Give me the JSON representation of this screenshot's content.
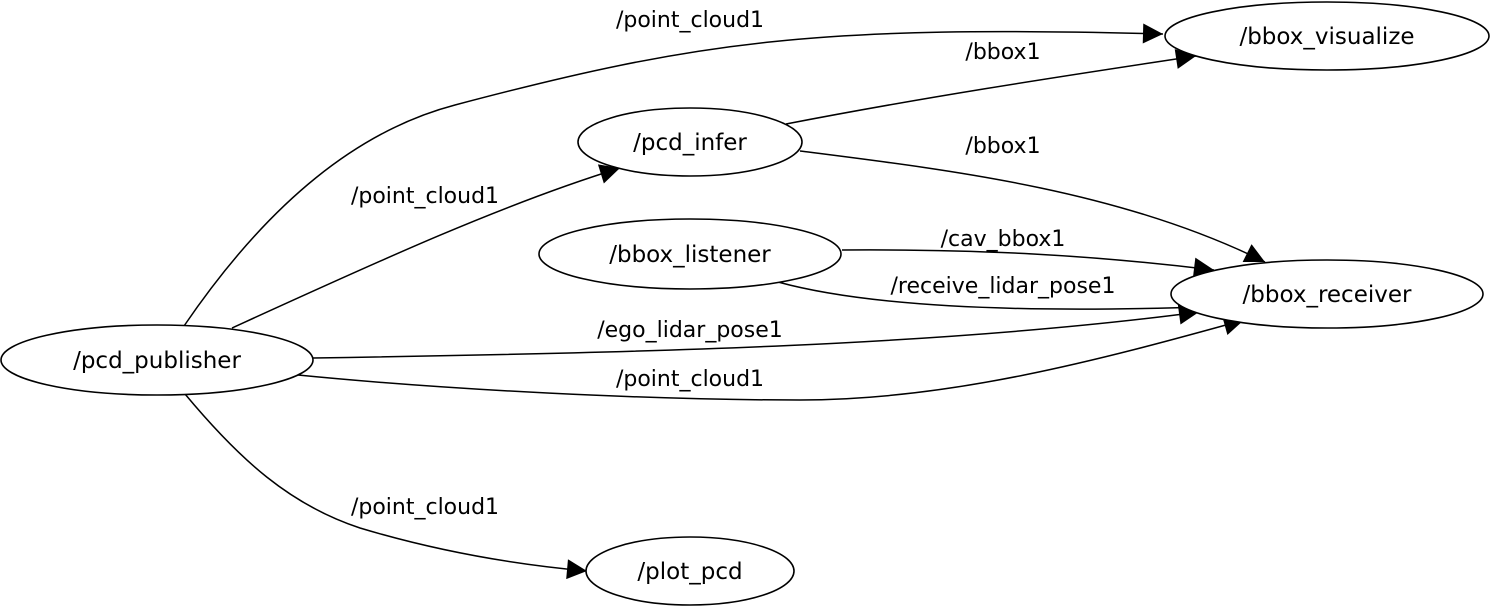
{
  "graph": {
    "nodes": {
      "pcd_publisher": "/pcd_publisher",
      "pcd_infer": "/pcd_infer",
      "bbox_listener": "/bbox_listener",
      "bbox_visualize": "/bbox_visualize",
      "bbox_receiver": "/bbox_receiver",
      "plot_pcd": "/plot_pcd"
    },
    "edges": {
      "pub_to_visualize": "/point_cloud1",
      "infer_to_visualize": "/bbox1",
      "infer_to_receiver": "/bbox1",
      "pub_to_infer": "/point_cloud1",
      "listener_to_receiver_cav": "/cav_bbox1",
      "listener_to_receiver_pose": "/receive_lidar_pose1",
      "pub_to_receiver_ego": "/ego_lidar_pose1",
      "pub_to_receiver_cloud": "/point_cloud1",
      "pub_to_plot": "/point_cloud1"
    },
    "stroke_color": "#000000",
    "fill_color": "#ffffff"
  }
}
